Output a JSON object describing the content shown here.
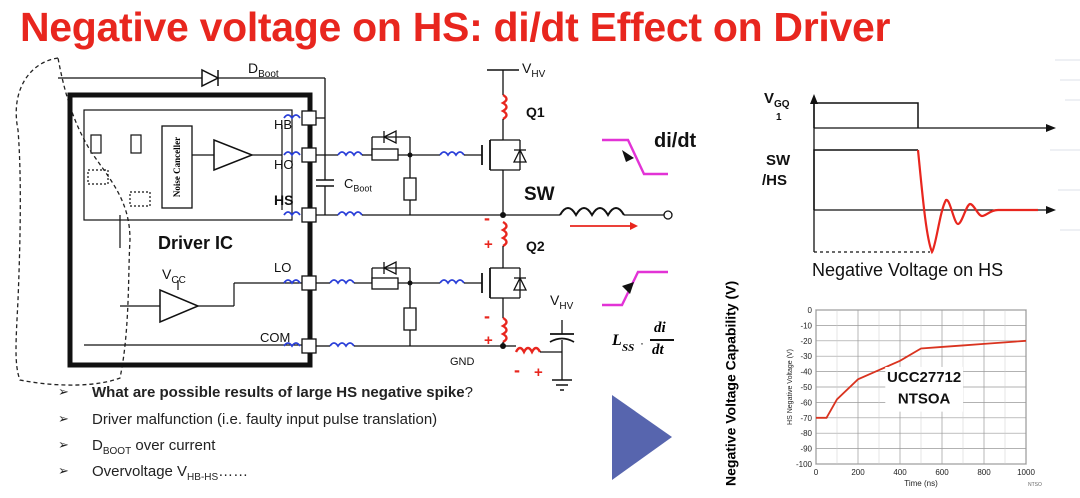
{
  "title": "Negative voltage on HS: di/dt Effect on Driver",
  "circuit": {
    "dboot_label": "D",
    "dboot_sub": "Boot",
    "vhv_top": "V",
    "vhv_top_sub": "HV",
    "vhv_bottom": "V",
    "vhv_bottom_sub": "HV",
    "q1": "Q1",
    "q2": "Q2",
    "sw": "SW",
    "gnd": "GND",
    "cboot": "C",
    "cboot_sub": "Boot",
    "driver_ic": "Driver IC",
    "noise_canceller": "Noise Canceller",
    "vcc": "V",
    "vcc_sub": "CC",
    "pins": {
      "hb": "HB",
      "ho": "HO",
      "hs": "HS",
      "lo": "LO",
      "com": "COM"
    },
    "minus1": "-",
    "plus1": "+",
    "minus2": "-",
    "plus2": "+",
    "minus3": "-",
    "plus3": "+",
    "didt": "di/dt",
    "lss_main": "L",
    "lss_sub": "SS",
    "lss_di": "di",
    "lss_dt": "dt"
  },
  "waveform": {
    "vgq_label": "V",
    "vgq_sub": "GQ",
    "vgq_one": "1",
    "sw_label": "SW",
    "hs_label": "/HS",
    "caption": "Negative Voltage on HS"
  },
  "bullets": [
    {
      "text": "What are possible results of large HS negative spike",
      "suffix": "?",
      "bold": true
    },
    {
      "text": "Driver malfunction (i.e. faulty input pulse translation)",
      "bold": false
    },
    {
      "text_main": "D",
      "text_sub": "BOOT",
      "text_rest": " over current",
      "bold": false
    },
    {
      "text_main": "Overvoltage V",
      "text_sub": "HB-HS",
      "text_rest": "……",
      "bold": false
    }
  ],
  "chart_data": {
    "type": "line",
    "ylabel_outer": "Negative Voltage Capability (V)",
    "ylabel_inner": "HS Negative Voltage (V)",
    "xlabel": "Time (ns)",
    "corner_note": "NTSO",
    "annotation_line1": "UCC27712",
    "annotation_line2": "NTSOA",
    "xlim": [
      0,
      1000
    ],
    "ylim": [
      -100,
      0
    ],
    "xticks": [
      0,
      200,
      400,
      600,
      800,
      1000
    ],
    "yticks": [
      0,
      -10,
      -20,
      -30,
      -40,
      -50,
      -60,
      -70,
      -80,
      -90,
      -100
    ],
    "grid": true,
    "series": [
      {
        "color": "#d9331f",
        "x": [
          0,
          50,
          100,
          200,
          300,
          400,
          500,
          600,
          700,
          800,
          900,
          1000
        ],
        "y": [
          -70,
          -70,
          -58,
          -45,
          -39,
          -33,
          -25,
          -24,
          -23,
          -22,
          -21,
          -20
        ]
      }
    ]
  }
}
